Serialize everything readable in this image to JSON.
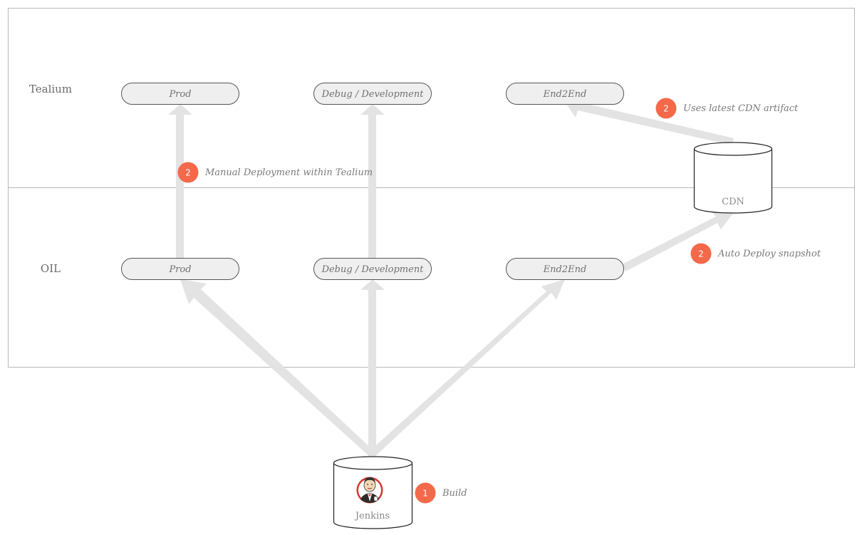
{
  "lanes": {
    "top": "Tealium",
    "bottom": "OIL"
  },
  "tealium_envs": [
    "Prod",
    "Debug / Development",
    "End2End"
  ],
  "oil_envs": [
    "Prod",
    "Debug / Development",
    "End2End"
  ],
  "stores": {
    "cdn": "CDN",
    "jenkins": "Jenkins"
  },
  "steps": [
    {
      "number": "2",
      "text": "Manual Deployment within Tealium"
    },
    {
      "number": "2",
      "text": "Uses latest CDN artifact"
    },
    {
      "number": "2",
      "text": "Auto Deploy snapshot"
    },
    {
      "number": "1",
      "text": "Build"
    }
  ],
  "colors": {
    "badge": "#f4694a",
    "pill_fill": "#efefef",
    "arrow": "#e3e3e3",
    "lane_border": "#b9b9b9"
  },
  "icons": {
    "jenkins": "jenkins-butler-logo-icon"
  }
}
